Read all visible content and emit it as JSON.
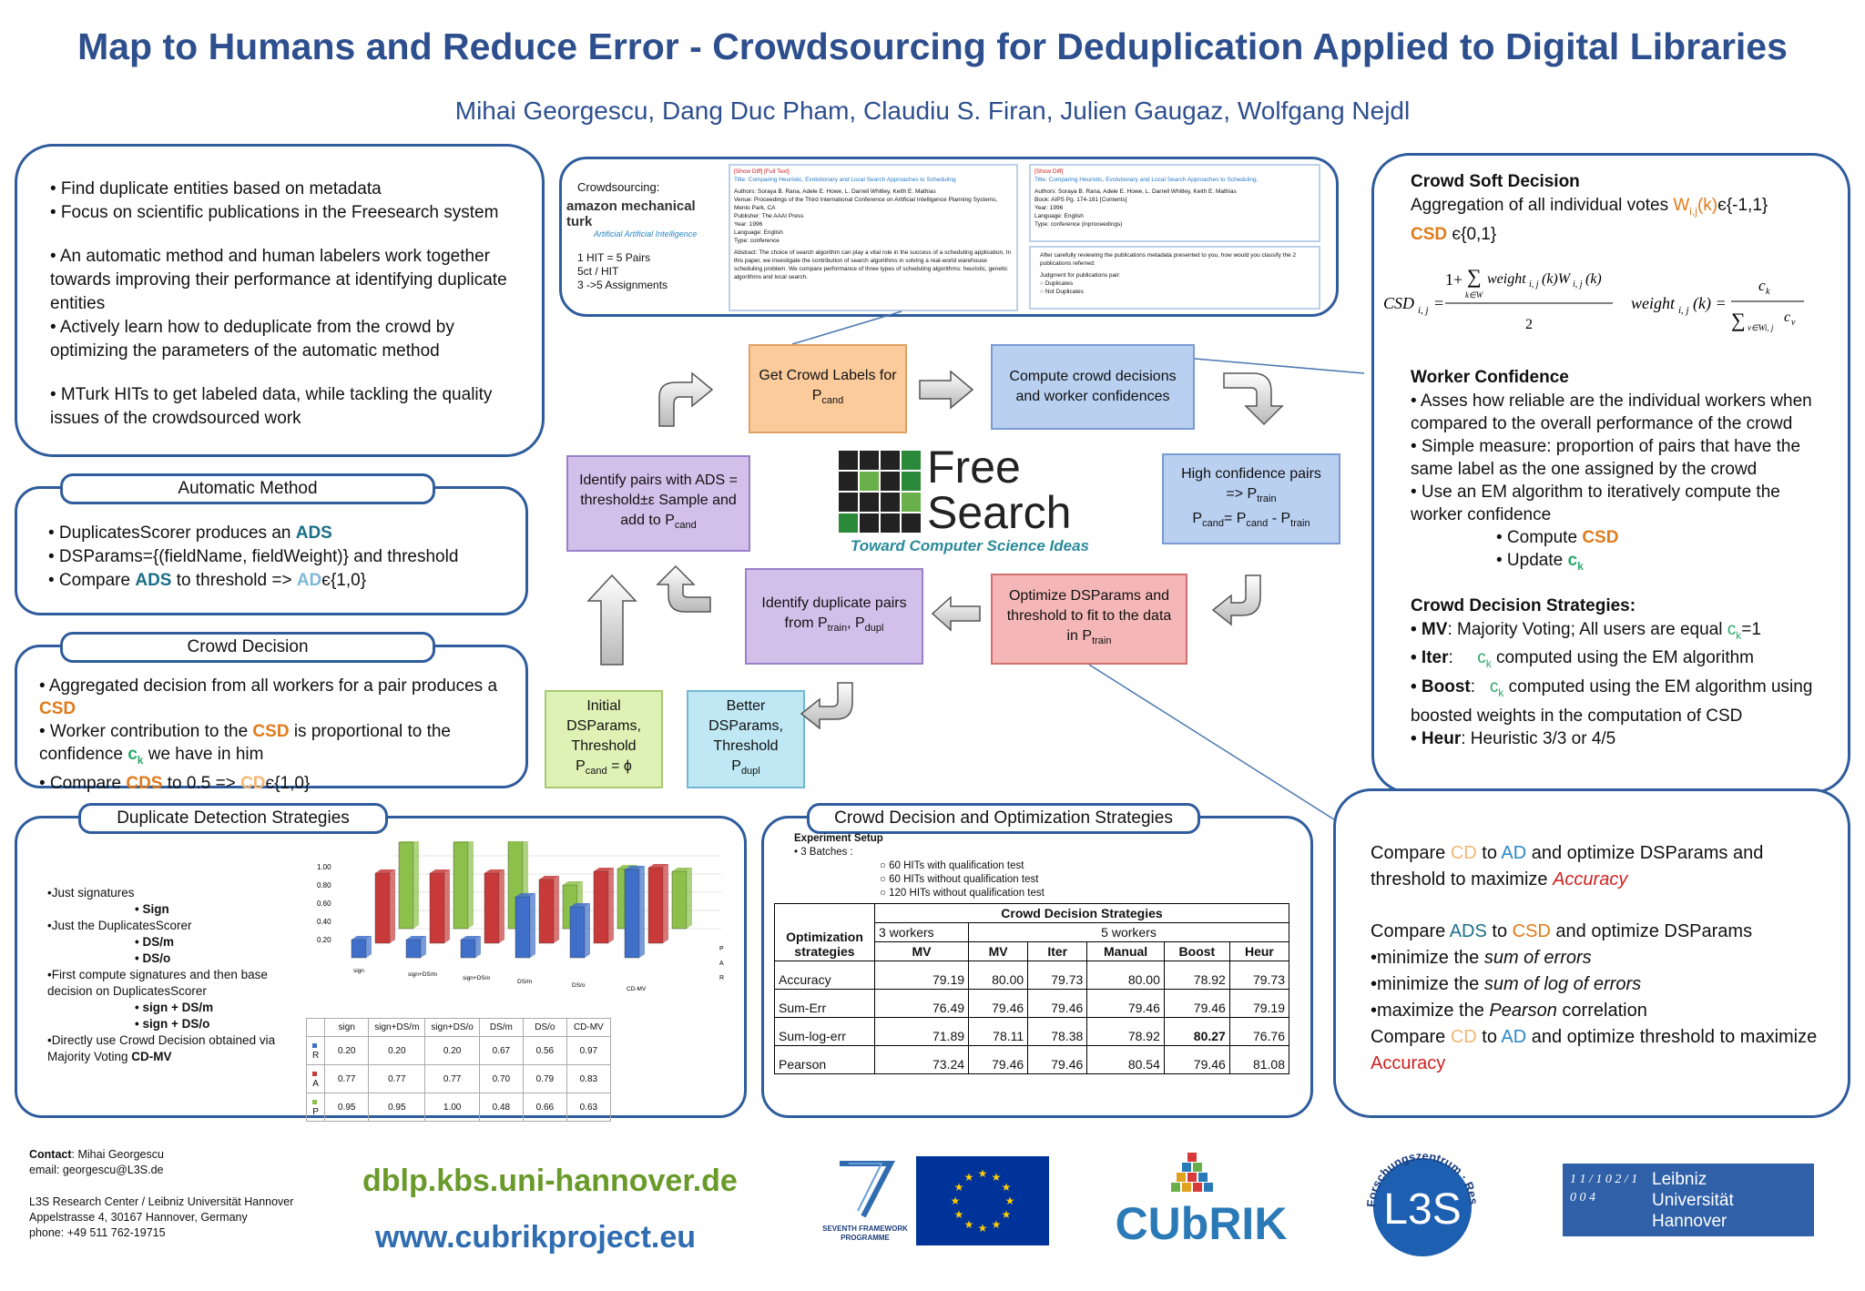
{
  "header": {
    "title": "Map to Humans and Reduce Error - Crowdsourcing for Deduplication Applied to Digital Libraries",
    "authors": "Mihai Georgescu, Dang Duc Pham, Claudiu S. Firan, Julien Gaugaz, Wolfgang Nejdl"
  },
  "intro": {
    "items": [
      "• Find duplicate entities based on metadata",
      "• Focus on scientific publications in the Freesearch system",
      "• An automatic method and human labelers work together towards improving their performance at identifying duplicate entities",
      "• Actively learn how to deduplicate from the crowd by optimizing the parameters of the automatic method",
      "• MTurk HITs to get labeled data, while tackling the quality issues of the crowdsourced work"
    ]
  },
  "automatic": {
    "tab": "Automatic Method",
    "l1a": "• DuplicatesScorer produces an ",
    "l1b": "ADS",
    "l2": "• DSParams={(fieldName, fieldWeight)} and threshold",
    "l3a": "• Compare ",
    "l3b": "ADS",
    "l3c": " to threshold => ",
    "l3d": "AD",
    "l3e": "є{1,0}"
  },
  "crowd_decision": {
    "tab": "Crowd Decision",
    "l1a": "• Aggregated decision from all workers for a pair produces a ",
    "l1b": "CSD",
    "l2a": "• Worker contribution to the ",
    "l2b": "CSD",
    "l2c": " is proportional to the confidence ",
    "l2d": "c",
    "l2e": "k",
    "l2f": " we have in him",
    "l3a": "• Compare ",
    "l3b": "CDS",
    "l3c": " to 0.5 => ",
    "l3d": "CD",
    "l3e": "є{1,0}"
  },
  "mturk": {
    "label": "Crowdsourcing:",
    "logo": "amazon mechanical turk",
    "logo_sub": "Artificial Artificial Intelligence",
    "hit": "1 HIT = 5 Pairs",
    "ct": "5ct / HIT",
    "assign": "3 ->5 Assignments",
    "card1_top": "[Show Diff] [Full Text]",
    "card1_title": "Title: Comparing Heuristic, Evolutionary and Local Search Approaches to Scheduling",
    "card1_lines": [
      "Authors: Soraya B. Rana, Adele E. Howe, L. Darrell Whitley, Keith E. Mathias",
      "Venue: Proceedings of the Third International Conference on Artificial Intelligence Planning Systems, Menlo Park, CA",
      "Publisher: The AAAI Press",
      "Year: 1996",
      "Language: English",
      "Type: conference"
    ],
    "card1_abstract": "Abstract: The choice of search algorithm can play a vital role in the success of a scheduling application. In this paper, we investigate the contribution of search algorithms in solving a real-world warehouse scheduling problem. We compare performance of three types of scheduling algorithms: heuristic, genetic algorithms and local search.",
    "card2_top": "[Show Diff]",
    "card2_title": "Title: Comparing Heuristic, Evolutionary and Local Search Approaches to Scheduling.",
    "card2_lines": [
      "Authors: Soraya B. Rana, Adele E. Howe, L. Darrell Whitley, Keith E. Mathias",
      "Book: AIPS Pg. 174-181 [Contents]",
      "Year: 1996",
      "Language: English",
      "Type: conference (inproceedings)"
    ],
    "q": "After carefully reviewing the publications metadata presented to you, how would you classify the 2 publications referred:",
    "q2": "Judgment for publications pair:",
    "opt1": "○ Duplicates",
    "opt2": "○ Not Duplicates"
  },
  "flow": {
    "get_crowd": "Get  Crowd Labels for P",
    "get_crowd_sub": "cand",
    "compute": "Compute crowd decisions and worker confidences",
    "high1": "High confidence pairs => P",
    "high1_sub": "train",
    "high2": "P",
    "high2_sub1": "cand",
    "high2_mid": "= P",
    "high2_sub2": "cand",
    "high2_end": " - P",
    "high2_sub3": "train",
    "optimize": "Optimize DSParams and threshold to fit to the data in P",
    "optimize_sub": "train",
    "identify_dup": "Identify duplicate pairs from P",
    "identify_dup_sub1": "train",
    "identify_dup_mid": ", P",
    "identify_dup_sub2": "dupl",
    "identify_pairs": "Identify pairs with ADS = threshold±ε Sample and add to P",
    "identify_pairs_sub": "cand",
    "initial": "Initial DSParams, Threshold",
    "initial_p": "P",
    "initial_sub": "cand",
    "initial_end": " = ϕ",
    "better": "Better DSParams, Threshold",
    "better_p": "P",
    "better_sub": "dupl"
  },
  "freesearch": {
    "l1": "Free",
    "l2": "Search",
    "tag": "Toward Computer Science Ideas"
  },
  "right": {
    "h1": "Crowd Soft Decision",
    "agg_a": "Aggregation of all individual votes ",
    "agg_b": "W",
    "agg_c": "i,j",
    "agg_d": "(k)",
    "agg_e": "є{-1,1}",
    "csd_a": "CSD",
    "csd_b": " є{0,1}",
    "h2": "Worker Confidence",
    "wc": [
      "• Asses how reliable are the individual workers when compared to the overall performance of the crowd",
      "• Simple measure: proportion of pairs that have the same label as the one assigned by the crowd",
      "• Use an EM algorithm to iteratively compute the worker confidence"
    ],
    "compute_a": "• Compute ",
    "compute_b": "CSD",
    "update_a": "• Update ",
    "update_b": "c",
    "update_c": "k",
    "h3": "Crowd Decision Strategies:",
    "mv_a": "• MV",
    "mv_b": ":  Majority Voting; All users are equal ",
    "mv_c": "c",
    "mv_d": "k",
    "mv_e": "=1",
    "iter_a": "• Iter",
    "iter_b": ":     ",
    "iter_c": "c",
    "iter_d": "k",
    "iter_e": " computed using the EM algorithm",
    "boost_a": "• Boost",
    "boost_b": ":   ",
    "boost_c": "c",
    "boost_d": "k",
    "boost_e": " computed using the EM algorithm using boosted weights in the computation of CSD",
    "heur_a": "• Heur",
    "heur_b": ": Heuristic 3/3 or 4/5"
  },
  "compare": {
    "l1a": "Compare ",
    "l1b": "CD",
    "l1c": " to ",
    "l1d": "AD",
    "l1e": " and optimize DSParams and threshold to maximize ",
    "l1f": "Accuracy",
    "l2a": "Compare ",
    "l2b": "ADS",
    "l2c": " to ",
    "l2d": "CSD",
    "l2e": " and optimize DSParams",
    "l3a": "•minimize the ",
    "l3b": "sum of errors",
    "l4a": "•minimize the ",
    "l4b": "sum of log of errors",
    "l5a": "•maximize the ",
    "l5b": "Pearson",
    "l5c": " correlation",
    "l6a": "Compare ",
    "l6b": "CD",
    "l6c": " to ",
    "l6d": "AD",
    "l6e": "  and optimize threshold to maximize ",
    "l6f": "Accuracy"
  },
  "dds": {
    "tab": "Duplicate Detection Strategies",
    "s1": "•Just signatures",
    "s1a": "• Sign",
    "s2": "•Just the DuplicatesScorer",
    "s2a": "• DS/m",
    "s2b": "• DS/o",
    "s3": "•First compute signatures and then base decision on DuplicatesScorer",
    "s3a": "• sign + DS/m",
    "s3b": "• sign + DS/o",
    "s4a": "•Directly use Crowd Decision obtained via Majority Voting ",
    "s4b": "CD-MV"
  },
  "chart_data": {
    "type": "bar",
    "categories": [
      "sign",
      "sign+DS/m",
      "sign+DS/o",
      "DS/m",
      "DS/o",
      "CD-MV"
    ],
    "series": [
      {
        "name": "R",
        "values": [
          0.2,
          0.2,
          0.2,
          0.67,
          0.56,
          0.97
        ],
        "color": "#3f6fc8"
      },
      {
        "name": "A",
        "values": [
          0.77,
          0.77,
          0.77,
          0.7,
          0.79,
          0.83
        ],
        "color": "#c83a3a"
      },
      {
        "name": "P",
        "values": [
          0.95,
          0.95,
          1.0,
          0.48,
          0.66,
          0.63
        ],
        "color": "#8cc04a"
      }
    ],
    "ylim": [
      0,
      1
    ],
    "yticks": [
      "1.00",
      "0.80",
      "0.60",
      "0.40",
      "0.20"
    ],
    "depth_labels": [
      "P",
      "A",
      "R"
    ]
  },
  "cdo": {
    "tab": "Crowd Decision and Optimization Strategies",
    "setup": "Experiment Setup",
    "batches": "• 3 Batches :",
    "b1": "○ 60 HITs with qualification test",
    "b2": "○ 60 HITs without qualification test",
    "b3": "○ 120 HITs without qualification test",
    "table": {
      "h_opt": "Optimization strategies",
      "h_cds": "Crowd Decision Strategies",
      "h_3w": "3 workers",
      "h_5w": "5 workers",
      "cols": [
        "MV",
        "MV",
        "Iter",
        "Manual",
        "Boost",
        "Heur"
      ],
      "rows": [
        {
          "name": "Accuracy",
          "v": [
            "79.19",
            "80.00",
            "79.73",
            "80.00",
            "78.92",
            "79.73"
          ]
        },
        {
          "name": "Sum-Err",
          "v": [
            "76.49",
            "79.46",
            "79.46",
            "79.46",
            "79.46",
            "79.19"
          ]
        },
        {
          "name": "Sum-log-err",
          "v": [
            "71.89",
            "78.11",
            "78.38",
            "78.92",
            "80.27",
            "76.76"
          ]
        },
        {
          "name": "Pearson",
          "v": [
            "73.24",
            "79.46",
            "79.46",
            "80.54",
            "79.46",
            "81.08"
          ]
        }
      ]
    }
  },
  "footer": {
    "contact_a": "Contact",
    "contact_b": ":  Mihai Georgescu",
    "email": "email: georgescu@L3S.de",
    "org": "L3S Research Center / Leibniz Universität Hannover",
    "addr": "Appelstrasse 4, 30167 Hannover, Germany",
    "phone": "phone: +49 511 762-19715",
    "url1": "dblp.kbs.uni-hannover.de",
    "url2": "www.cubrikproject.eu",
    "fp7": "SEVENTH FRAMEWORK PROGRAMME",
    "cubrik": "CUbRIK",
    "l3s": "L3S",
    "l3s_ring": "Forschungszentrum · Research Center",
    "leibniz1": "Leibniz",
    "leibniz2": "Universität",
    "leibniz3": "Hannover",
    "leibniz_sym": "1 1 / 1 0 2 / 1 0 0 4"
  },
  "colors": {
    "title": "#2d4f8e",
    "panel_border": "#2f5c9c",
    "orange": "#e07b1a",
    "teal": "#1a6e88",
    "green": "#2aa86a",
    "url_green": "#6a9a2a",
    "url_blue": "#2f6cb0"
  }
}
